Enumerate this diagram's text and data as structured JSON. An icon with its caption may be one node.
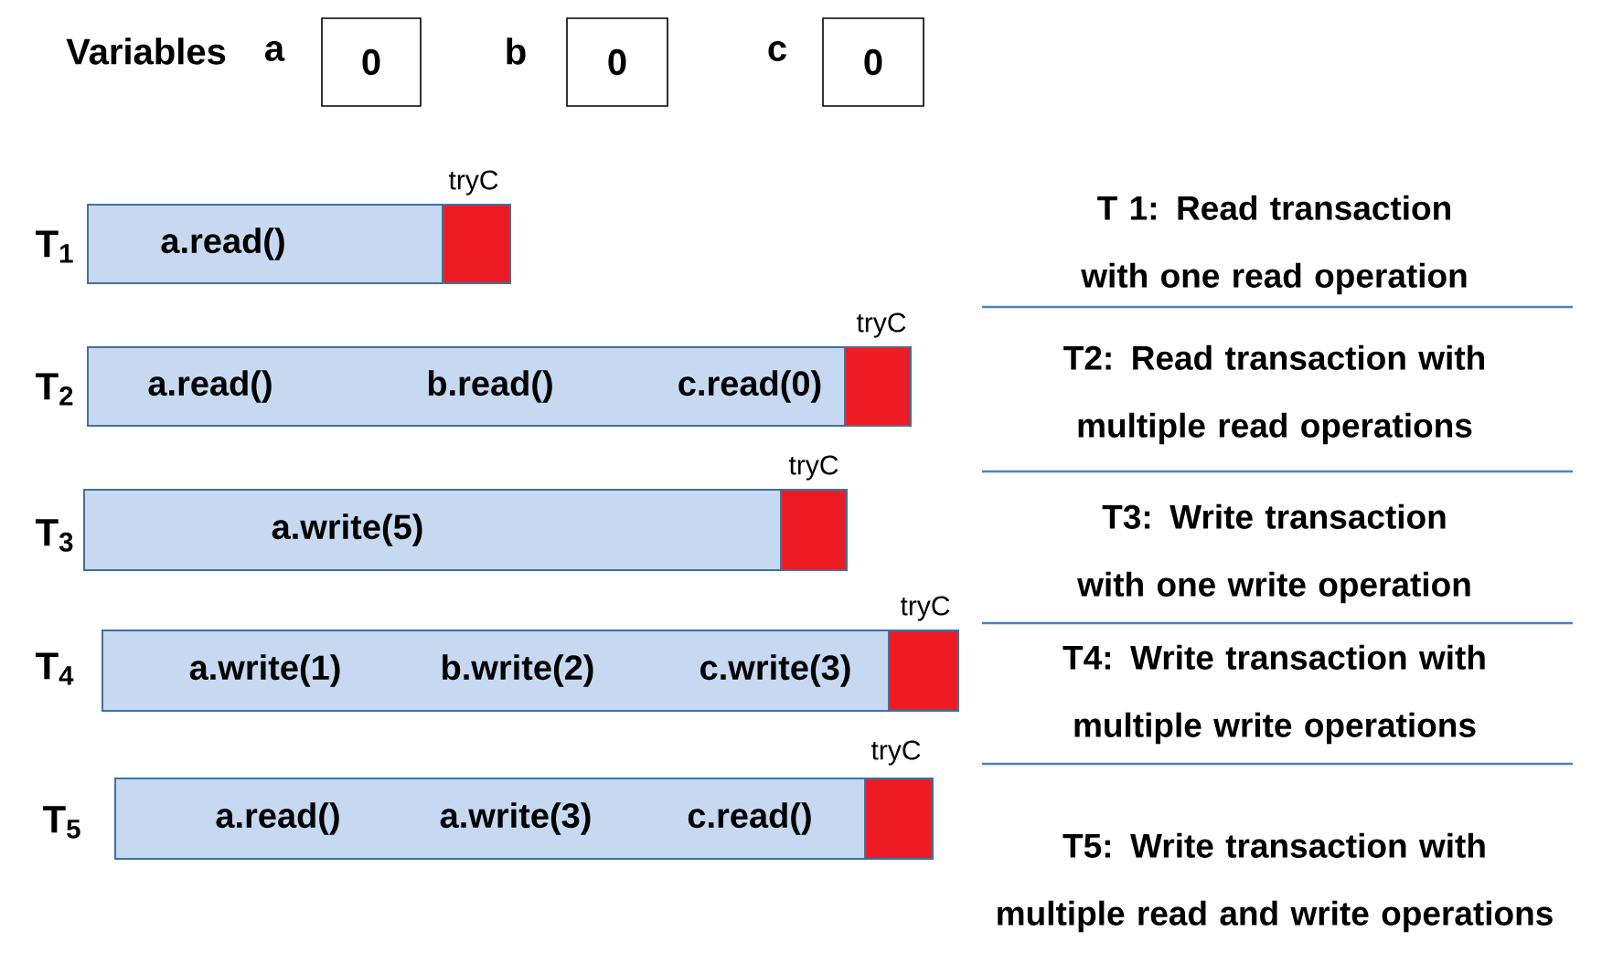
{
  "diagram": {
    "nodes": [
      {
        "text": [
          "0"
        ],
        "beside": [
          "a"
        ]
      },
      {
        "text": [
          "0"
        ],
        "beside": [
          "b"
        ]
      },
      {
        "text": [
          "0"
        ],
        "beside": [
          "c"
        ]
      },
      {
        "text": [
          "a.read()"
        ],
        "beside": [
          "T$_{1}$"
        ]
      },
      {
        "text": [],
        "shape": "box",
        "beside": [
          "tryC"
        ]
      },
      {
        "text": [
          "a.read()",
          "b.read()",
          "c.read(0)"
        ],
        "beside": [
          "T$_{2}$"
        ]
      },
      {
        "text": [],
        "shape": "box",
        "beside": [
          "tryC"
        ]
      },
      {
        "text": [
          "a.write(5)"
        ],
        "beside": [
          "T$_{3}$"
        ]
      },
      {
        "text": [],
        "shape": "box",
        "beside": [
          "tryC"
        ]
      },
      {
        "text": [
          "a.write(1)",
          "b.write(2)",
          "c.write(3)"
        ],
        "beside": [
          "T$_{4}$"
        ]
      },
      {
        "text": [],
        "shape": "box",
        "beside": [
          "tryC"
        ]
      },
      {
        "text": [
          "a.read()",
          "a.write(3)",
          "c.read()"
        ],
        "beside": [
          "T$_{5}$"
        ]
      },
      {
        "text": [],
        "shape": "box",
        "beside": [
          "tryC"
        ]
      }
    ],
    "labels": [
      "Variables",
      "T 1: Read transaction with one read operation",
      "T2: Read transaction with multiple read operations",
      "T3: Write transaction with one write operation",
      "T4: Write transaction with multiple write operations",
      "T5: Write transaction with multiple read and write operations"
    ]
  }
}
